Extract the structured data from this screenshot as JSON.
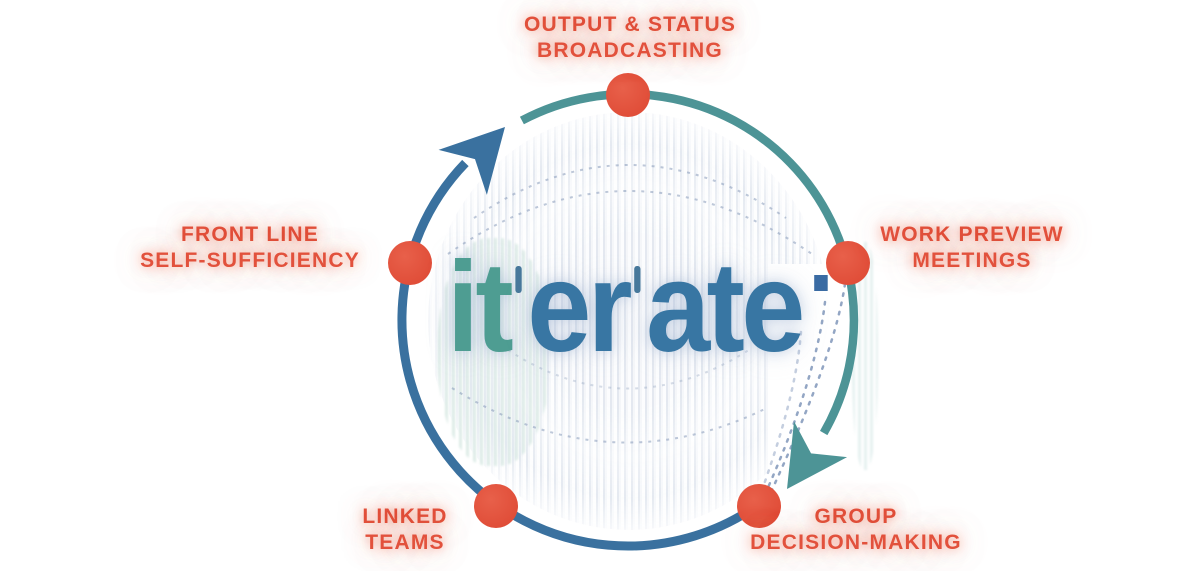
{
  "brand": {
    "syllable_1": "it",
    "syllable_2": "er",
    "syllable_3": "ate",
    "stress_mark_icon": "vertical-tick",
    "square_icon": "brand-square",
    "colors": {
      "syllable_1": "#4E9D92",
      "syllable_2_3": "#3876A3",
      "stress_mark": "#47789B",
      "square": "#3A6BA3"
    }
  },
  "cycle": {
    "direction": "clockwise",
    "arc_colors": {
      "left_bottom_arc": "#3A719F",
      "top_right_arc": "#4D9496"
    },
    "node_dot_color": "#E2503B",
    "label_color": "#E2513C",
    "nodes": [
      {
        "id": "output-status-broadcasting",
        "position": "top",
        "line1": "OUTPUT & STATUS",
        "line2": "BROADCASTING"
      },
      {
        "id": "work-preview-meetings",
        "position": "right",
        "line1": "WORK PREVIEW",
        "line2": "MEETINGS"
      },
      {
        "id": "group-decision-making",
        "position": "bottom-right",
        "line1": "GROUP",
        "line2": "DECISION-MAKING"
      },
      {
        "id": "linked-teams",
        "position": "bottom-left",
        "line1": "LINKED",
        "line2": "TEAMS"
      },
      {
        "id": "front-line-self-sufficiency",
        "position": "left",
        "line1": "FRONT LINE",
        "line2": "SELF-SUFFICIENCY"
      }
    ]
  }
}
